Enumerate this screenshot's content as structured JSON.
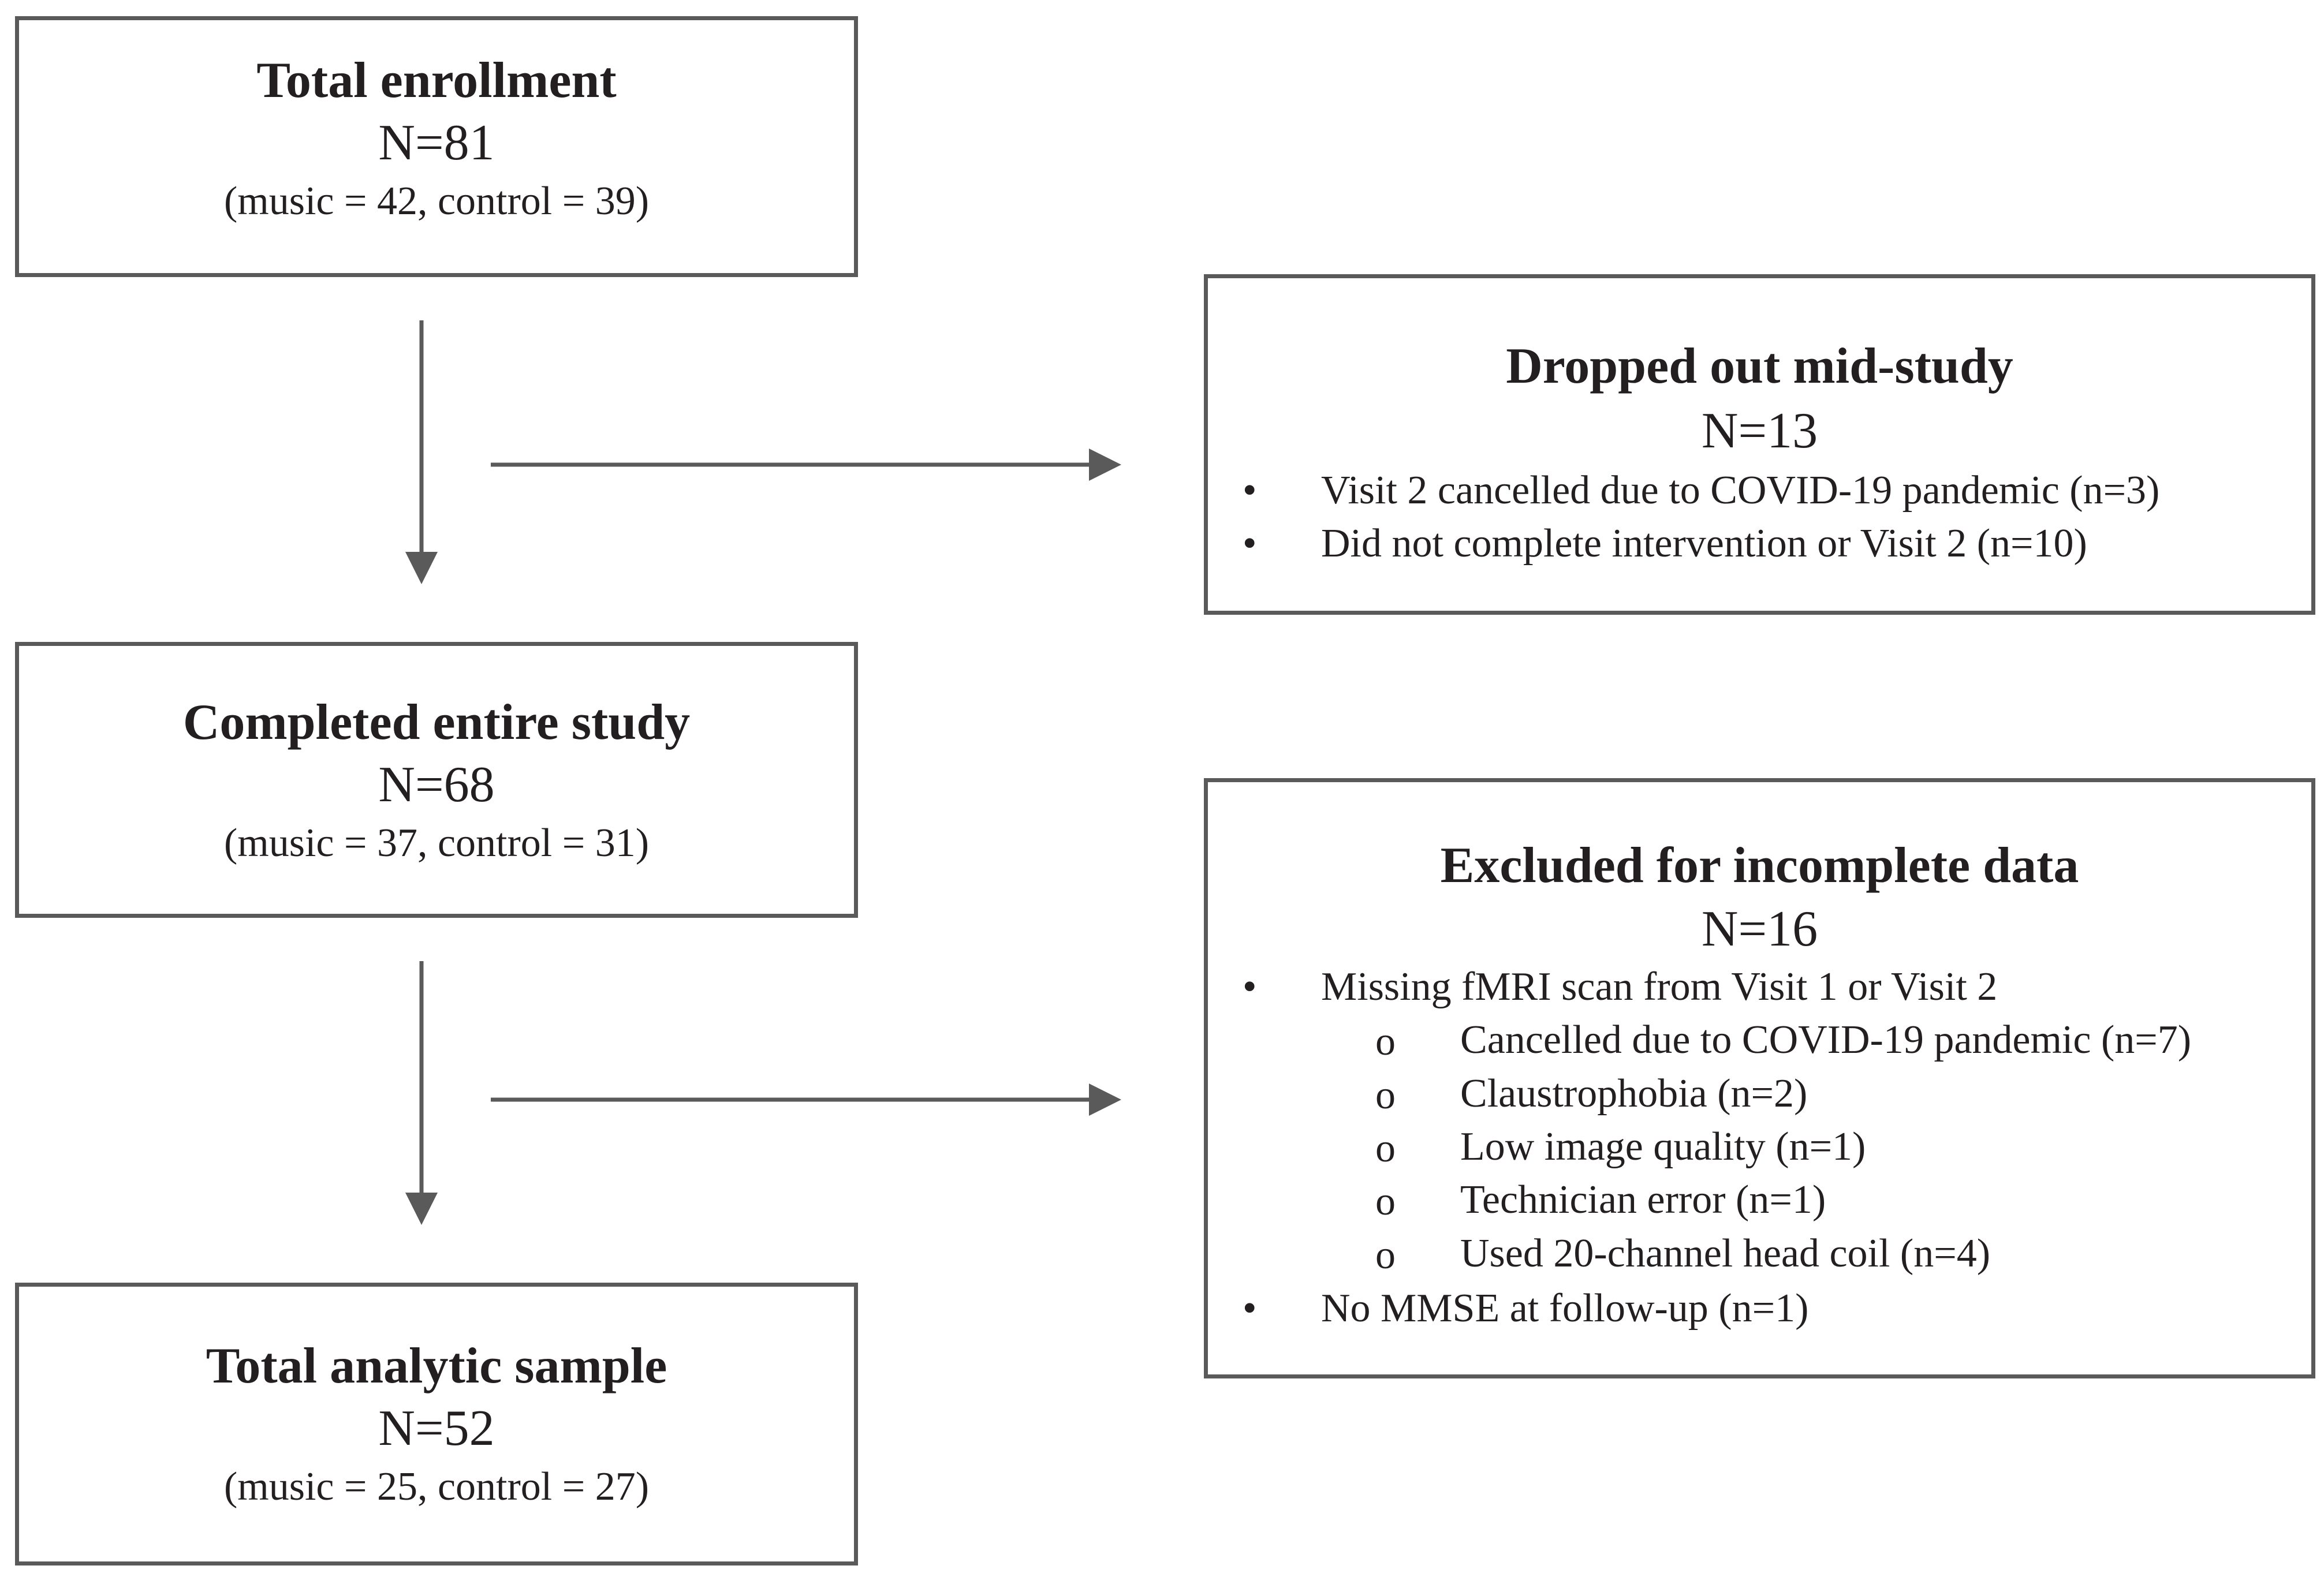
{
  "boxes": {
    "enrollment": {
      "title": "Total enrollment",
      "n": "N=81",
      "detail": "(music = 42, control = 39)"
    },
    "completed": {
      "title": "Completed entire study",
      "n": "N=68",
      "detail": "(music = 37, control = 31)"
    },
    "analytic": {
      "title": "Total analytic sample",
      "n": "N=52",
      "detail": "(music = 25, control = 27)"
    },
    "dropped": {
      "title": "Dropped out mid-study",
      "n": "N=13",
      "items": [
        "Visit 2 cancelled due to COVID-19 pandemic (n=3)",
        "Did not complete intervention or Visit 2 (n=10)"
      ]
    },
    "excluded": {
      "title": "Excluded for incomplete data",
      "n": "N=16",
      "item1": "Missing fMRI scan from Visit 1 or Visit 2",
      "subitems": [
        "Cancelled due to COVID-19 pandemic (n=7)",
        "Claustrophobia (n=2)",
        "Low image quality (n=1)",
        "Technician error (n=1)",
        "Used 20-channel head coil (n=4)"
      ],
      "item2": "No MMSE at follow-up (n=1)"
    }
  },
  "markers": {
    "bullet": "•",
    "sub_bullet": "o"
  },
  "colors": {
    "border": "#5a5a5a",
    "arrow": "#5a5a5a",
    "text": "#231f20"
  }
}
